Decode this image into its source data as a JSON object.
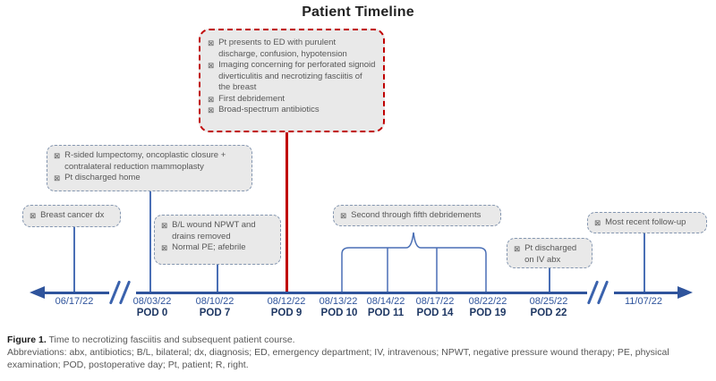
{
  "title": "Patient Timeline",
  "bullet_glyph": "⊠",
  "colors": {
    "timeline_blue": "#2f549c",
    "pod_navy": "#1f3864",
    "connector_blue": "#4a6fb5",
    "alert_red": "#c00000",
    "box_fill": "#e9e9e9",
    "box_border": "#8496b0",
    "box_text": "#575757"
  },
  "boxes": {
    "ed": {
      "items": [
        "Pt presents to ED with purulent discharge, confusion, hypotension",
        "Imaging concerning for perforated signoid diverticulitis and necrotizing fasciitis of the breast",
        "First debridement",
        "Broad-spectrum antibiotics"
      ]
    },
    "surgery": {
      "items": [
        "R-sided lumpectomy, oncoplastic closure + contralateral reduction mammoplasty",
        "Pt discharged home"
      ]
    },
    "diagnosis": {
      "items": [
        "Breast cancer dx"
      ]
    },
    "npwt": {
      "items": [
        "B/L wound NPWT and drains removed",
        "Normal PE; afebrile"
      ]
    },
    "debridements": {
      "items": [
        "Second through fifth debridements"
      ]
    },
    "discharge": {
      "items": [
        "Pt discharged on IV abx"
      ]
    },
    "followup": {
      "items": [
        "Most recent follow-up"
      ]
    }
  },
  "timeline": {
    "points": [
      {
        "date": "06/17/22",
        "pod": ""
      },
      {
        "date": "08/03/22",
        "pod": "POD 0"
      },
      {
        "date": "08/10/22",
        "pod": "POD 7"
      },
      {
        "date": "08/12/22",
        "pod": "POD 9"
      },
      {
        "date": "08/13/22",
        "pod": "POD 10"
      },
      {
        "date": "08/14/22",
        "pod": "POD 11"
      },
      {
        "date": "08/17/22",
        "pod": "POD 14"
      },
      {
        "date": "08/22/22",
        "pod": "POD 19"
      },
      {
        "date": "08/25/22",
        "pod": "POD 22"
      },
      {
        "date": "11/07/22",
        "pod": ""
      }
    ]
  },
  "caption": {
    "label": "Figure 1.",
    "title": " Time to necrotizing fasciitis and subsequent patient course.",
    "abbreviations": "Abbreviations: abx, antibiotics; B/L, bilateral; dx, diagnosis; ED, emergency department; IV, intravenous; NPWT, negative pressure wound therapy; PE, physical examination; POD, postoperative day; Pt, patient; R, right."
  }
}
